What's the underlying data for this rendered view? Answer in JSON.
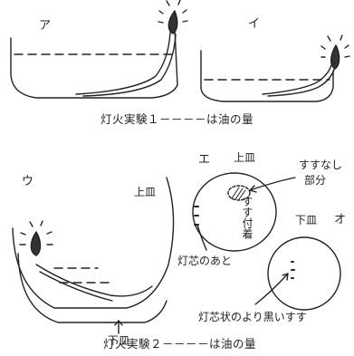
{
  "experiment1": {
    "label_a": "ア",
    "label_i": "イ",
    "caption": "灯火実験１－－－－は油の量"
  },
  "experiment2": {
    "label_u": "ウ",
    "label_e": "エ",
    "label_o": "オ",
    "upper_plate_left": "上皿",
    "upper_plate_right": "上皿",
    "lower_plate_left": "下皿",
    "lower_plate_right": "下皿",
    "no_soot_label_line1": "すすなし",
    "no_soot_label_line2": "部分",
    "soot_attached": "すす付着",
    "wick_trace": "灯芯のあと",
    "darker_soot": "灯芯状のより黒いすす",
    "caption": "灯火実験２－－－－は油の量"
  }
}
